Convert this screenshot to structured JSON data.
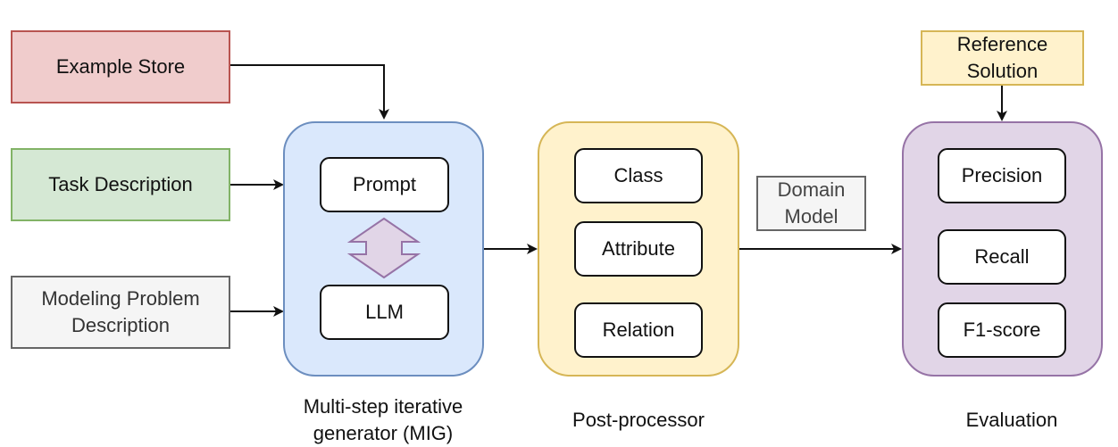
{
  "inputs": {
    "example_store": "Example Store",
    "task_description": "Task Description",
    "modeling_problem": "Modeling Problem Description",
    "reference_solution": "Reference Solution"
  },
  "mig": {
    "prompt": "Prompt",
    "llm": "LLM",
    "caption": "Multi-step iterative generator (MIG)"
  },
  "post_processor": {
    "items": [
      "Class",
      "Attribute",
      "Relation"
    ],
    "caption": "Post-processor"
  },
  "domain_model_label": "Domain Model",
  "evaluation": {
    "items": [
      "Precision",
      "Recall",
      "F1-score"
    ],
    "caption": "Evaluation"
  },
  "colors": {
    "example_store_fill": "#f0cccc",
    "example_store_border": "#b85450",
    "task_fill": "#d5e8d4",
    "task_border": "#82b366",
    "modeling_fill": "#f5f5f5",
    "modeling_border": "#666666",
    "reference_fill": "#fff2cc",
    "reference_border": "#d6b656",
    "mig_fill": "#dae8fc",
    "mig_border": "#6c8ebf",
    "post_fill": "#fff2cc",
    "post_border": "#d6b656",
    "eval_fill": "#e1d5e7",
    "eval_border": "#9673a6",
    "arrow_fill": "#e1d5e7",
    "arrow_border": "#9673a6"
  }
}
